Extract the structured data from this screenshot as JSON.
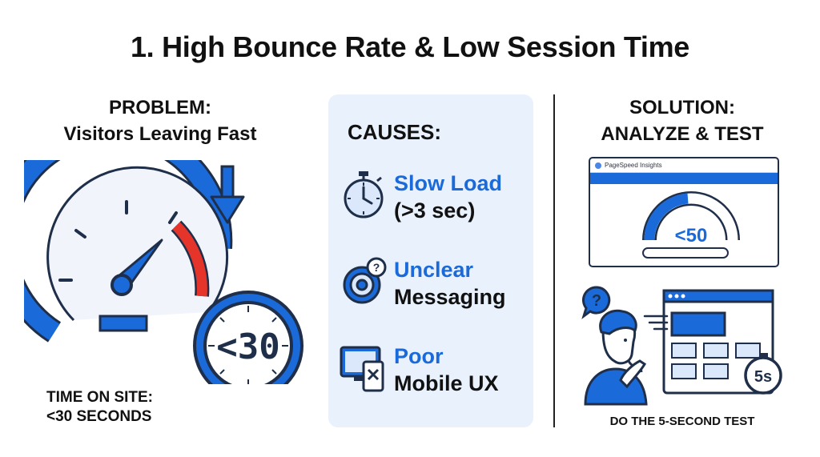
{
  "title": "1. High Bounce Rate & Low Session Time",
  "problem": {
    "heading_line1": "PROBLEM:",
    "heading_line2": "Visitors Leaving Fast",
    "timer_value": "<30",
    "time_label_line1": "TIME ON SITE:",
    "time_label_line2": "<30 SECONDS"
  },
  "causes": {
    "title": "CAUSES:",
    "items": [
      {
        "line1": "Slow Load",
        "line2": "(>3 sec)",
        "icon": "stopwatch-icon"
      },
      {
        "line1": "Unclear",
        "line2": "Messaging",
        "icon": "target-question-icon"
      },
      {
        "line1": "Poor",
        "line2": "Mobile UX",
        "icon": "mobile-error-icon"
      }
    ]
  },
  "solution": {
    "heading_line1": "SOLUTION:",
    "heading_line2": "ANALYZE & TEST",
    "pagespeed_title": "PageSpeed Insights",
    "pagespeed_score": "<50",
    "timer_badge": "5s",
    "test_label": "DO THE 5-SECOND TEST"
  },
  "colors": {
    "accent_blue": "#1b6ad9",
    "gauge_red": "#e5352b",
    "panel_bg": "#e9f1fd",
    "dark": "#1f2f4a"
  }
}
